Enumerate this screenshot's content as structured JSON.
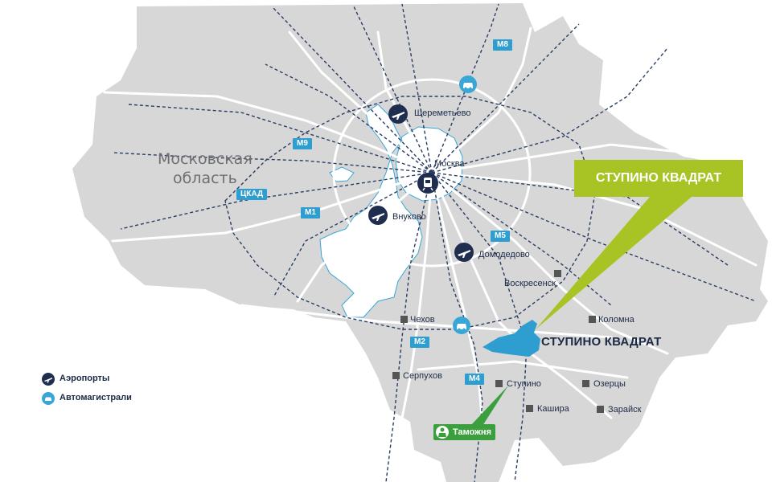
{
  "region": {
    "label_line1": "Московская",
    "label_line2": "область"
  },
  "moscow": {
    "label": "Москва"
  },
  "airports": [
    {
      "name": "Шереметьево"
    },
    {
      "name": "Внуково"
    },
    {
      "name": "Домодедово"
    }
  ],
  "highways": [
    "M8",
    "M9",
    "ЦКАД",
    "M1",
    "M5",
    "M2",
    "M4"
  ],
  "cities": [
    "Воскресенск",
    "Коломна",
    "Чехов",
    "Серпухов",
    "Ступино",
    "Озерцы",
    "Кашира",
    "Зарайск"
  ],
  "callout": {
    "title": "СТУПИНО КВАДРАТ"
  },
  "site": {
    "label": "СТУПИНО КВАДРАТ"
  },
  "customs": {
    "label": "Таможня"
  },
  "legend": {
    "airports": "Аэропорты",
    "highways": "Автомагистрали"
  },
  "colors": {
    "region_fill": "#d7d7d7",
    "moscow_fill": "#ffffff",
    "roads": "#ffffff",
    "rail": "#2a3d63",
    "highway_badge": "#2e9ed0",
    "airport_icon": "#1f2e4e",
    "callout": "#a8c424",
    "site_fill": "#2e9ed0",
    "customs": "#3c9f3d"
  },
  "icons": {
    "airport": "airplane-icon",
    "highway": "car-icon",
    "moscow": "metro-icon",
    "customs": "customs-officer-icon"
  }
}
